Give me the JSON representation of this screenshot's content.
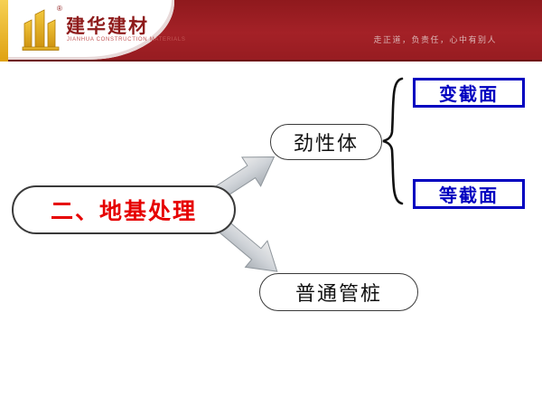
{
  "header": {
    "brand": "建华建材",
    "brand_sub": "JIANHUA CONSTRUCTION MATERIALS",
    "reg_mark": "®",
    "slogan": "走正道，负责任，心中有别人",
    "colors": {
      "banner": "#9a1c20",
      "gold_stripe": "#e9b51e",
      "brand_text": "#8e1b1b"
    }
  },
  "diagram": {
    "root_label": "二、地基处理",
    "mid_label": "劲性体",
    "leaf_top_label": "变截面",
    "leaf_bottom_label": "等截面",
    "bottom_label": "普通管桩",
    "colors": {
      "root_text": "#e60000",
      "leaf_text": "#0000c0",
      "node_border": "#3a3a3a",
      "arrow_fill": "#c9ccd1"
    },
    "icons": {
      "brace": "{",
      "arrow_up": "block-arrow-up-right",
      "arrow_down": "block-arrow-down-right"
    }
  }
}
